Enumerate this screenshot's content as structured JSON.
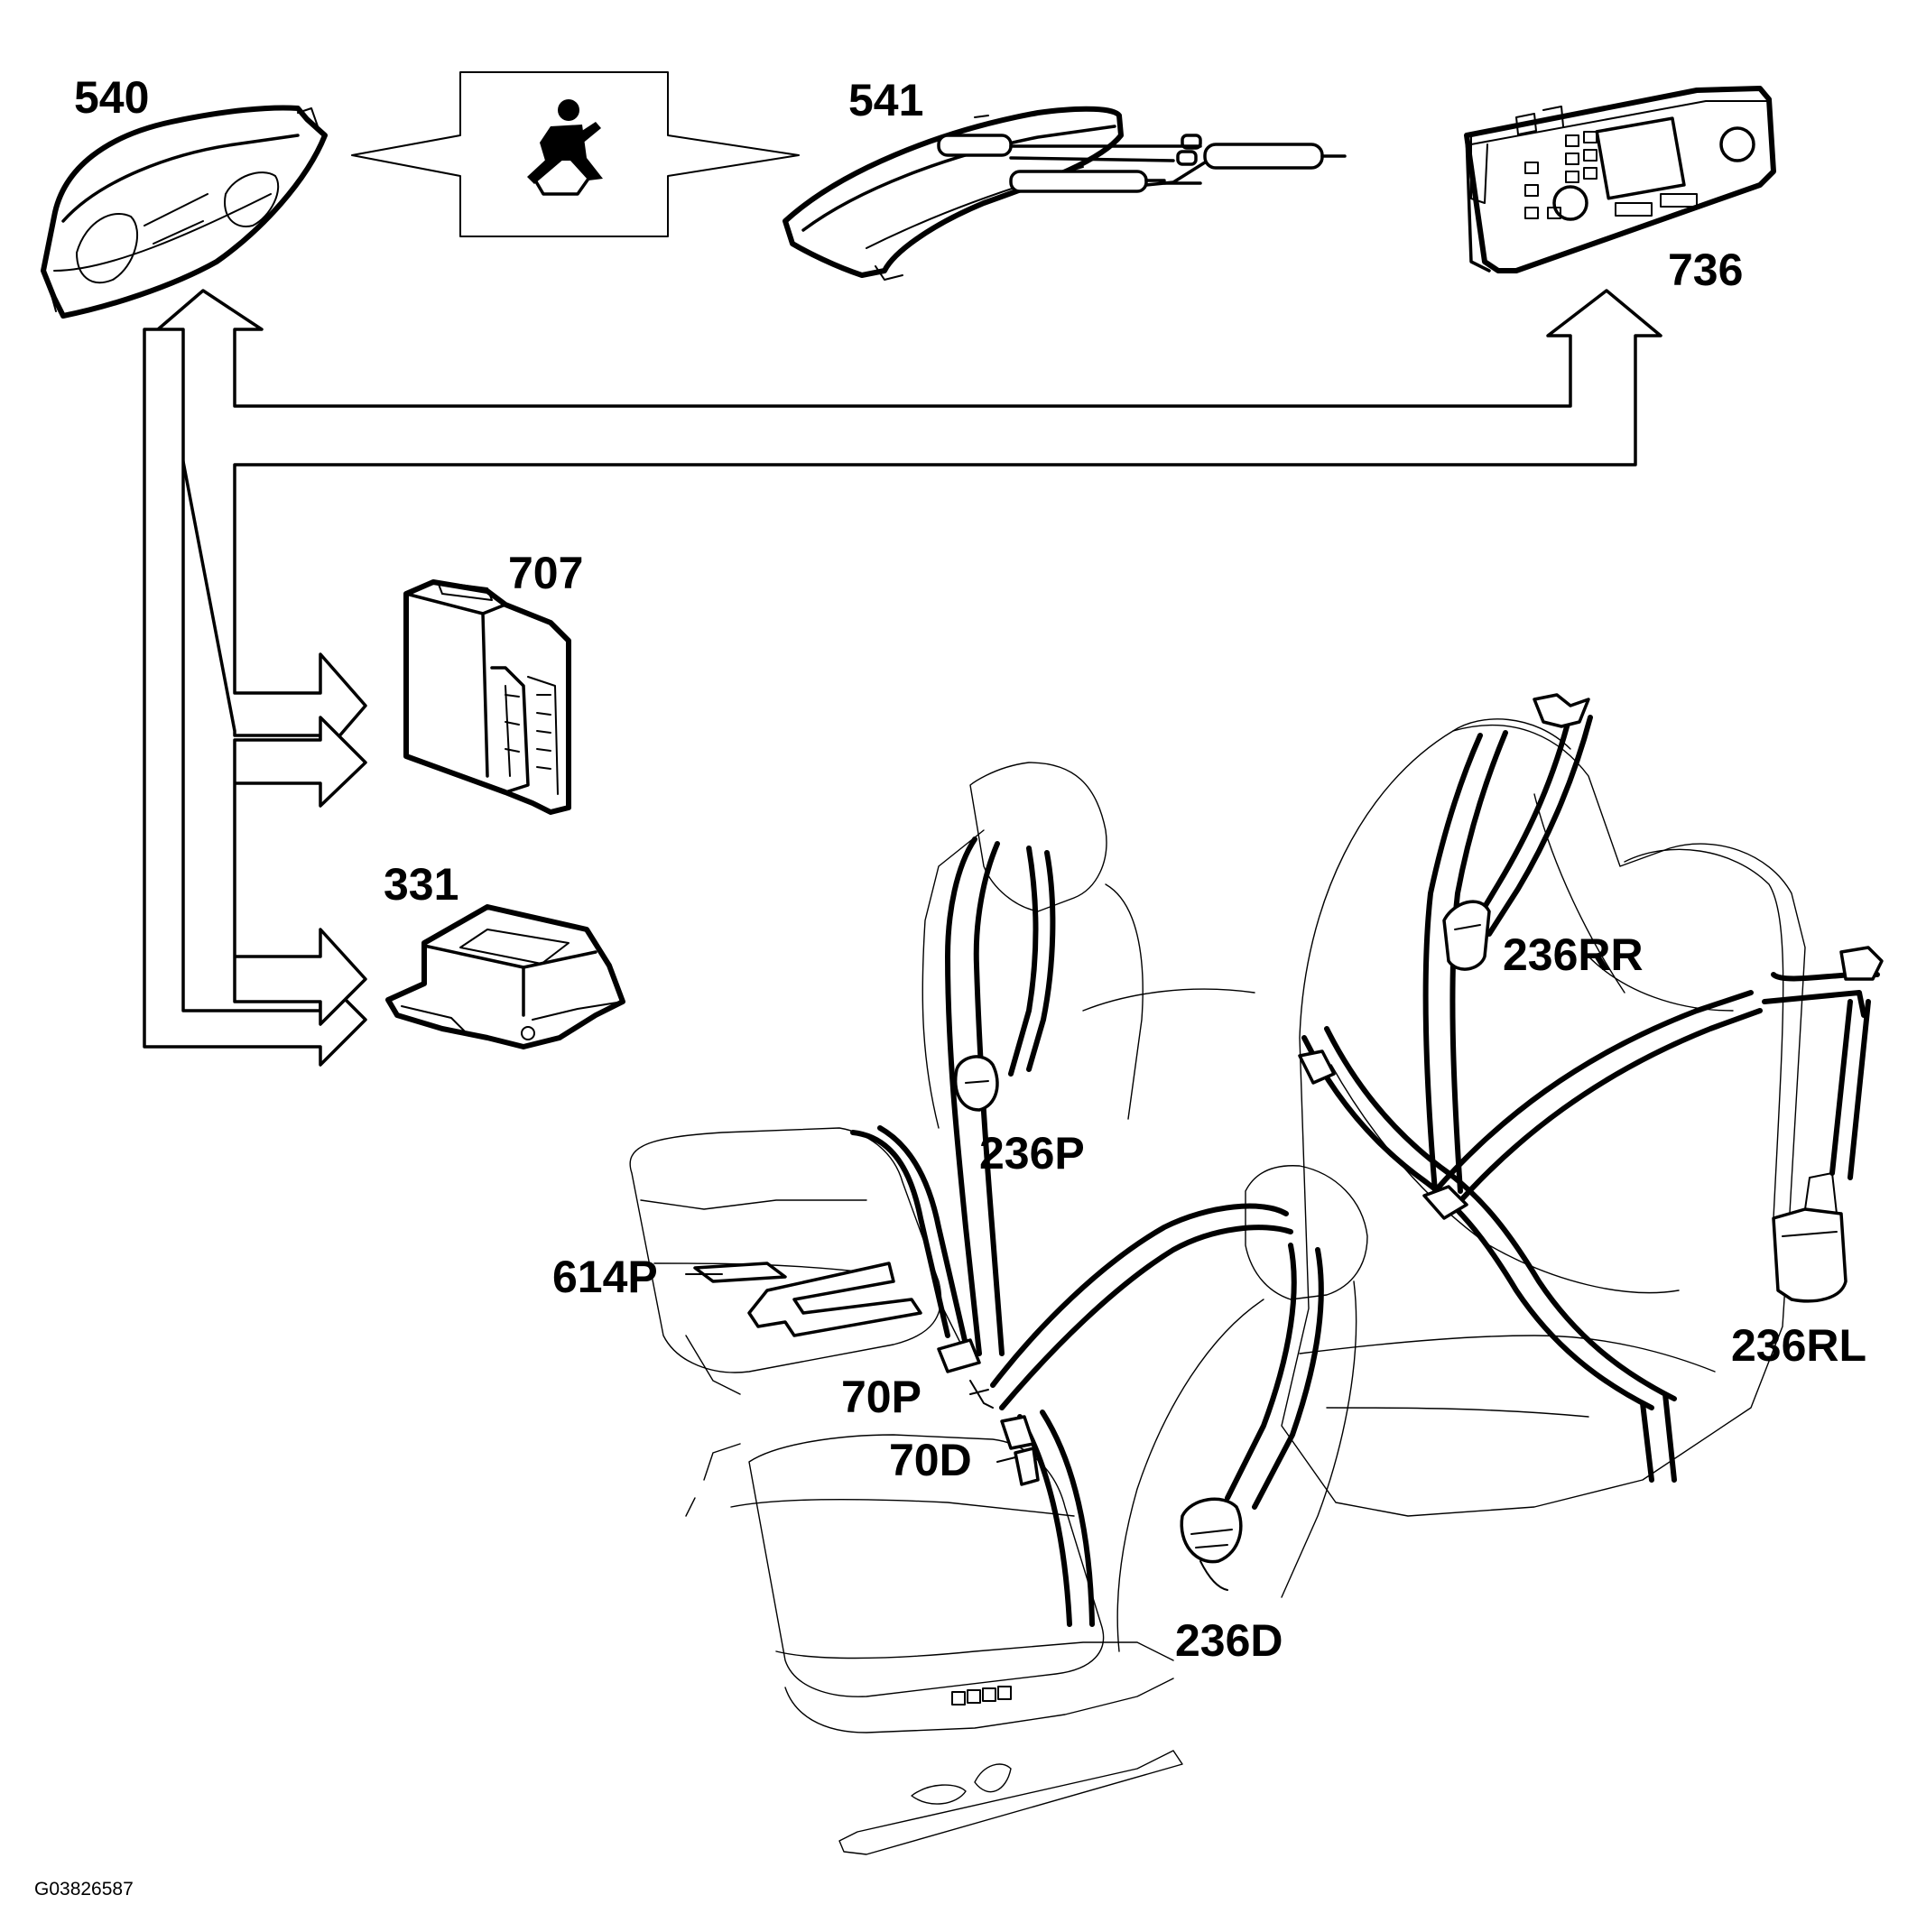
{
  "labels": {
    "c540": "540",
    "c541": "541",
    "c736": "736",
    "c707": "707",
    "c331": "331",
    "c236p": "236P",
    "c614p": "614P",
    "c70p": "70P",
    "c70d": "70D",
    "c236d": "236D",
    "c236rr": "236RR",
    "c236rl": "236RL"
  },
  "figure_code": "G03826587",
  "icons": {
    "seatbelt_reminder": "seatbelt-warning-icon"
  }
}
